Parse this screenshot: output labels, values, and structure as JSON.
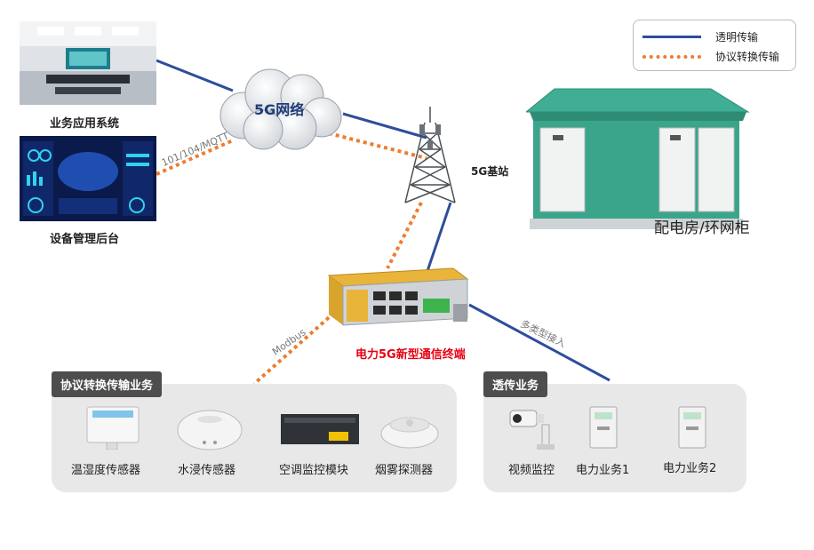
{
  "legend": {
    "transparent": "透明传输",
    "protocol": "协议转换传输"
  },
  "nodes": {
    "business_system": "业务应用系统",
    "device_backend": "设备管理后台",
    "network": "5G网络",
    "base_station": "5G基站",
    "terminal": "电力5G新型通信终端",
    "substation": "配电房/环网柜"
  },
  "edge_labels": {
    "iec": "101/104/MQTT",
    "modbus": "Modbus",
    "multi": "多类型接入"
  },
  "groups": {
    "protocol": {
      "title": "协议转换传输业务",
      "items": [
        "温湿度传感器",
        "水浸传感器",
        "空调监控模块",
        "烟雾探测器"
      ]
    },
    "transparent": {
      "title": "透传业务",
      "items": [
        "视频监控",
        "电力业务1",
        "电力业务2"
      ]
    }
  },
  "colors": {
    "transparent_line": "#2e4e9c",
    "protocol_line": "#ed7d31",
    "terminal_label": "#e60012",
    "network_label": "#1f3d7a"
  },
  "icons": {
    "business_system": "control-room-photo",
    "device_backend": "dashboard-screenshot",
    "network": "cloud-icon",
    "base_station": "tower-icon",
    "terminal": "router-icon",
    "substation": "substation-photo"
  }
}
